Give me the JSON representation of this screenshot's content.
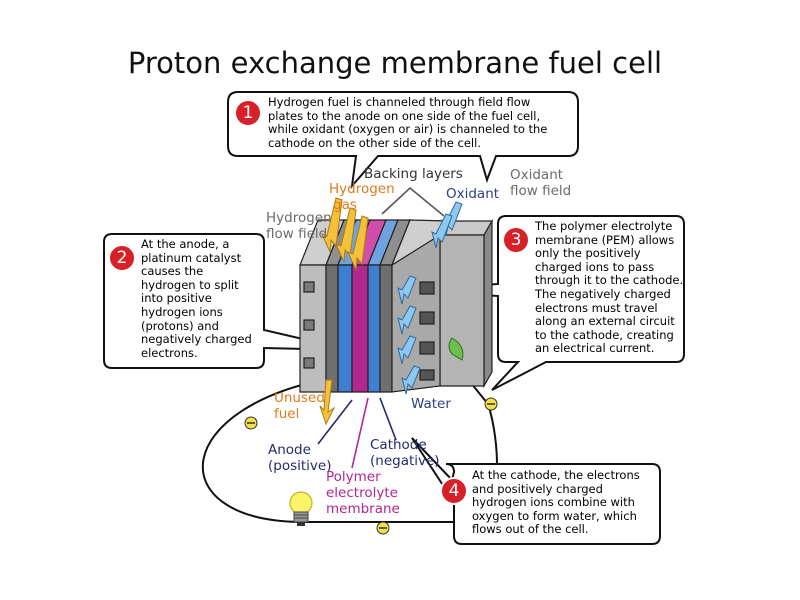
{
  "title": "Proton exchange membrane fuel cell",
  "steps": [
    {
      "number": "1",
      "lines": [
        "Hydrogen fuel is channeled through field flow",
        "plates to the anode on one side of the fuel cell,",
        "while oxidant (oxygen or air) is channeled to the",
        "cathode on the other side of the cell."
      ]
    },
    {
      "number": "2",
      "lines": [
        "At the anode, a",
        "platinum catalyst",
        "causes the",
        "hydrogen to split",
        "into positive",
        "hydrogen ions",
        "(protons) and",
        "negatively charged",
        "electrons."
      ]
    },
    {
      "number": "3",
      "lines": [
        "The polymer electrolyte",
        "membrane (PEM) allows",
        "only the positively",
        "charged ions to pass",
        "through it to the cathode.",
        "The negatively charged",
        "electrons must travel",
        "along an external circuit",
        "to the cathode, creating",
        "an electrical current."
      ]
    },
    {
      "number": "4",
      "lines": [
        "At the cathode, the electrons",
        "and positively charged",
        "hydrogen ions combine with",
        "oxygen to form water, which",
        "flows out of the cell."
      ]
    }
  ],
  "labels": {
    "backing_layers": "Backing layers",
    "hydrogen_gas": [
      "Hydrogen",
      "gas"
    ],
    "oxidant": "Oxidant",
    "oxidant_flow_field": [
      "Oxidant",
      "flow field"
    ],
    "hydrogen_flow_field": [
      "Hydrogen",
      "flow field"
    ],
    "unused_fuel": [
      "Unused",
      "fuel"
    ],
    "water": "Water",
    "anode": [
      "Anode",
      "(positive)"
    ],
    "cathode": [
      "Cathode",
      "(negative)"
    ],
    "polymer_electrolyte_membrane": [
      "Polymer",
      "electrolyte",
      "membrane"
    ]
  },
  "colors": {
    "callout_badge": "#d72027",
    "hydrogen_arrow": "#f4c23a",
    "oxidant_arrow": "#8ec8ee",
    "anode_layer": "#3f7fcf",
    "cathode_layer": "#3f7fcf",
    "membrane": "#b2278e",
    "electron": "#f1e04a",
    "bulb": "#fbf36a",
    "orange_label": "#e07a1a",
    "blue_label": "#2e3f86",
    "magenta_label": "#b3268f",
    "gray_label": "#6b6b6b"
  },
  "icons": [
    "light-bulb-icon",
    "electron-icon",
    "hydrogen-arrow-icon",
    "oxidant-arrow-icon",
    "water-drop-icon"
  ]
}
